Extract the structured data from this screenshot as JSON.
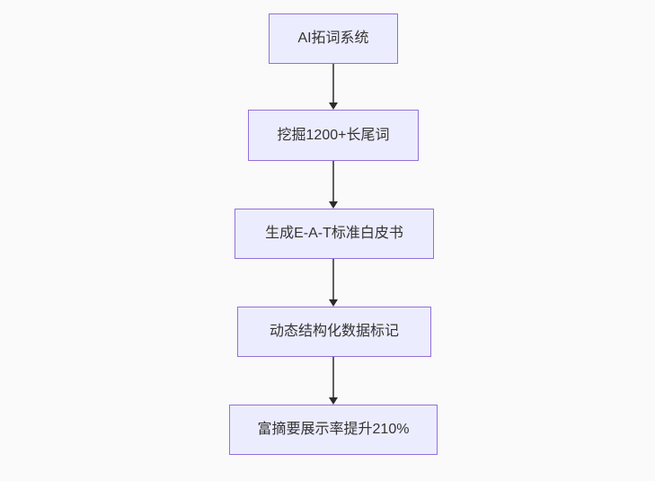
{
  "diagram": {
    "type": "flowchart",
    "direction": "top-down",
    "nodes": [
      {
        "id": "step-1",
        "label": "AI拓词系统"
      },
      {
        "id": "step-2",
        "label": "挖掘1200+长尾词"
      },
      {
        "id": "step-3",
        "label": "生成E-A-T标准白皮书"
      },
      {
        "id": "step-4",
        "label": "动态结构化数据标记"
      },
      {
        "id": "step-5",
        "label": "富摘要展示率提升210%"
      }
    ],
    "edges": [
      {
        "from": "step-1",
        "to": "step-2",
        "arrow": "down"
      },
      {
        "from": "step-2",
        "to": "step-3",
        "arrow": "down"
      },
      {
        "from": "step-3",
        "to": "step-4",
        "arrow": "down"
      },
      {
        "from": "step-4",
        "to": "step-5",
        "arrow": "down"
      }
    ],
    "colors": {
      "node_fill": "#ececff",
      "node_border": "#9370db",
      "edge_line": "#5f5f5f",
      "arrowhead": "#2b2b2b",
      "text": "#333333",
      "background": "#fafafa"
    }
  }
}
